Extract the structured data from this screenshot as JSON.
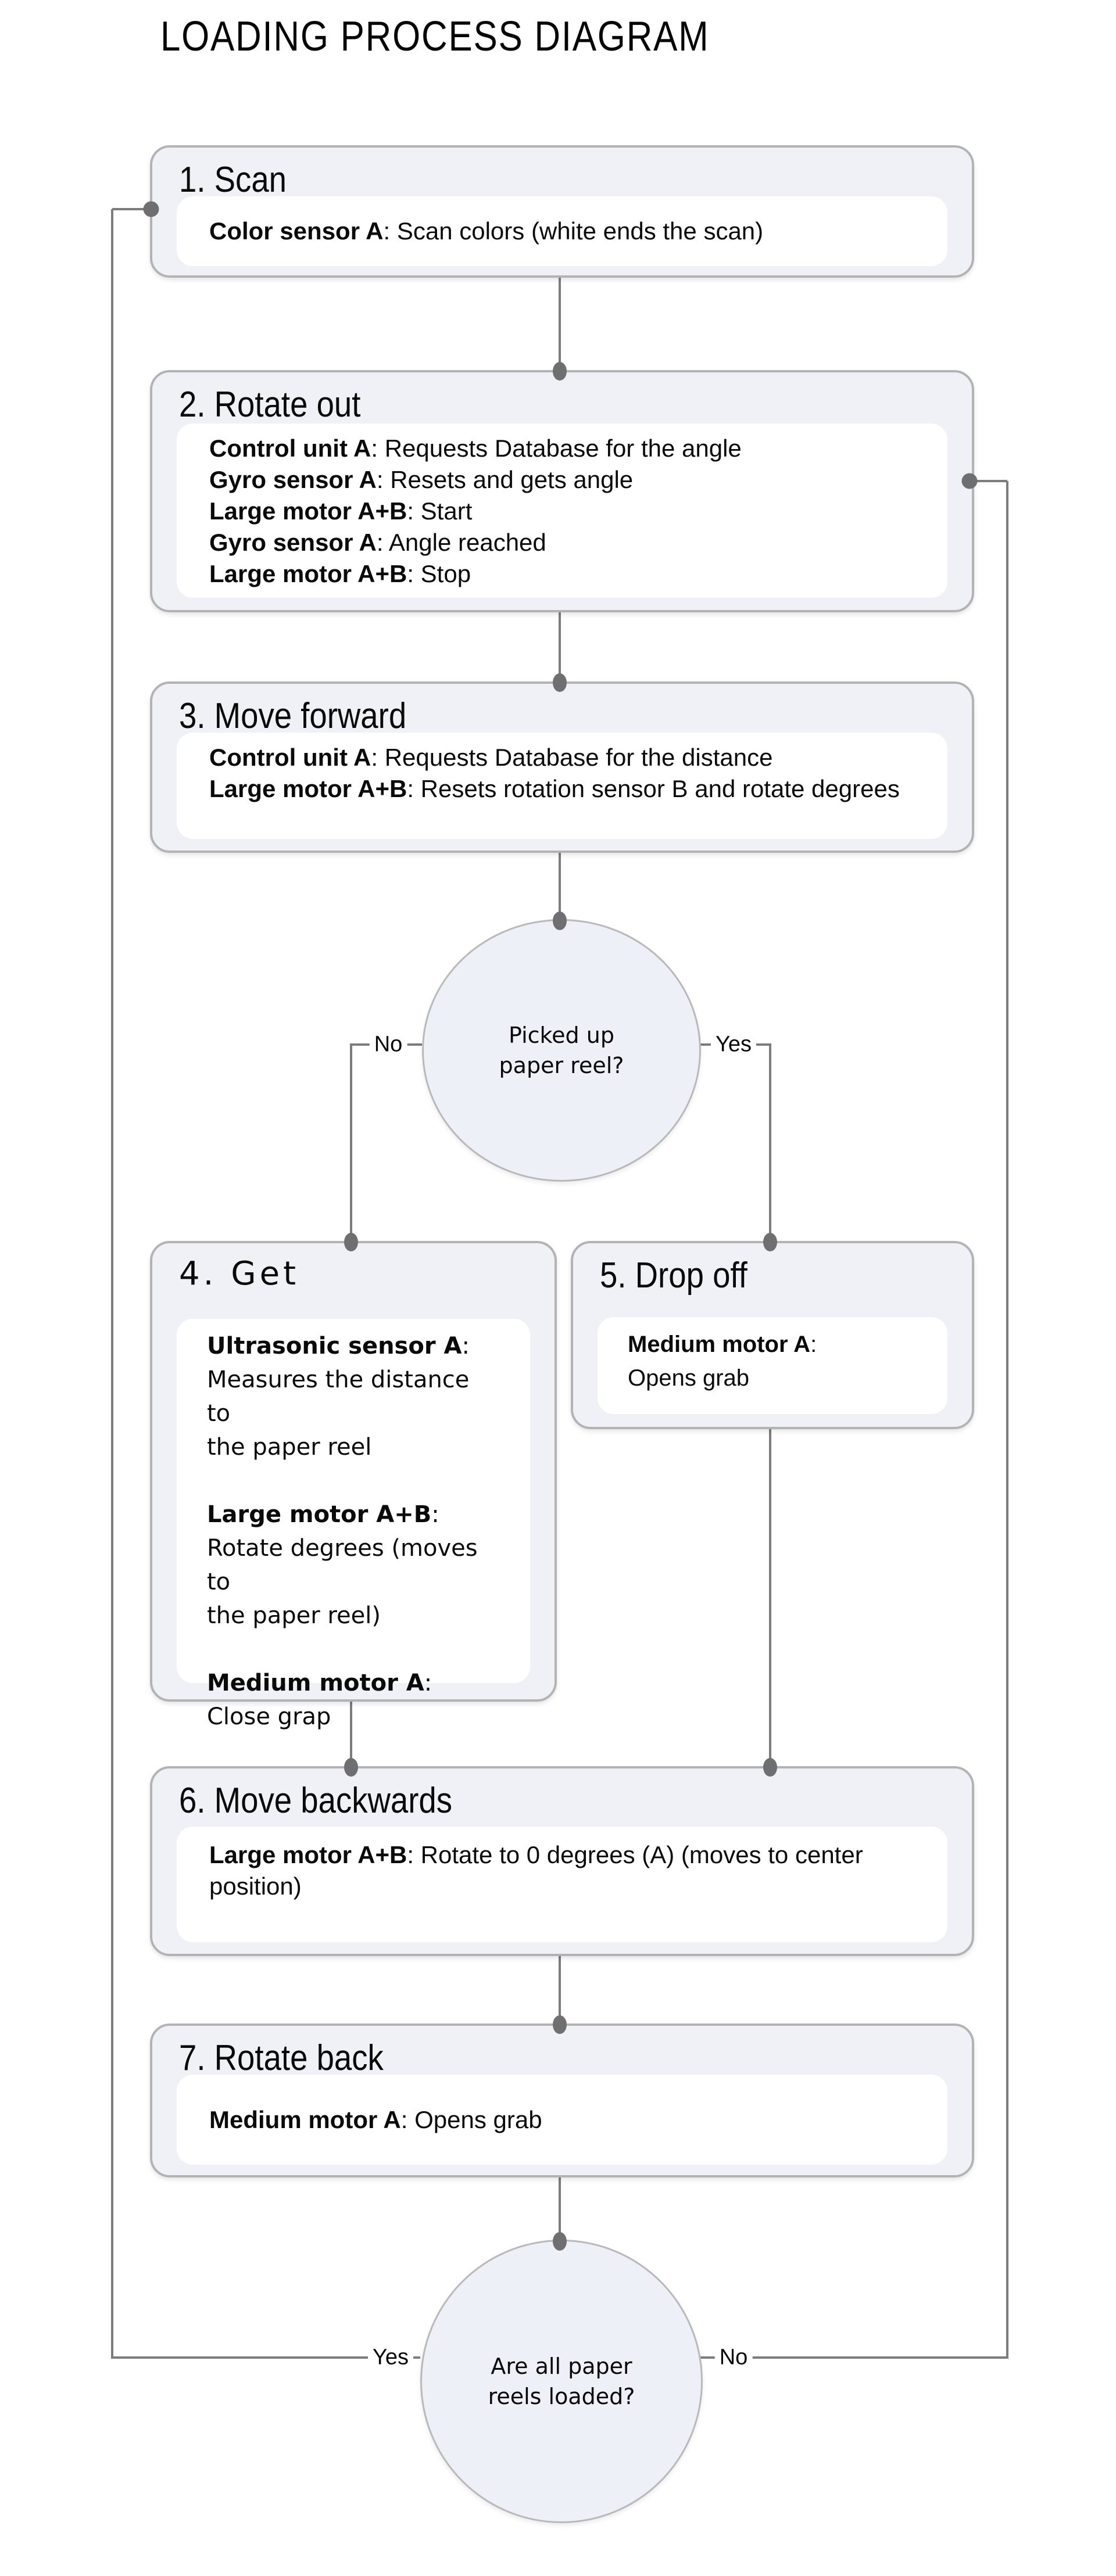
{
  "title": "LOADING PROCESS DIAGRAM",
  "colors": {
    "box_fill": "#f0f1f7",
    "box_border": "#b3b3b6",
    "inner_fill": "#ffffff",
    "ellipse_fill": "#eef0f7",
    "ellipse_border": "#b9b9bc",
    "line": "#7c7c7e",
    "dot": "#6f6f72",
    "text": "#0a0a0a"
  },
  "boxes": {
    "scan": {
      "header": "1. Scan",
      "lines": [
        {
          "label": "Color sensor A",
          "text": ": Scan colors (white ends the scan)"
        }
      ]
    },
    "rotate_out": {
      "header": "2. Rotate out",
      "lines": [
        {
          "label": "Control unit A",
          "text": ": Requests Database for the angle"
        },
        {
          "label": "Gyro sensor A",
          "text": ": Resets and gets angle"
        },
        {
          "label": "Large motor A+B",
          "text": ": Start"
        },
        {
          "label": "Gyro sensor A",
          "text": ": Angle reached"
        },
        {
          "label": "Large motor A+B",
          "text": ": Stop"
        }
      ]
    },
    "move_forward": {
      "header": "3. Move forward",
      "lines": [
        {
          "label": "Control unit A",
          "text": ": Requests Database for the distance"
        },
        {
          "label": "Large motor A+B",
          "text": ": Resets rotation sensor B and rotate degrees"
        }
      ]
    },
    "get": {
      "header": "4. Get",
      "paras": [
        {
          "label": "Ultrasonic sensor A",
          "colon": ":",
          "body": "Measures the distance to\nthe paper reel"
        },
        {
          "label": "Large motor A+B",
          "colon": ":",
          "body": "Rotate degrees (moves to\nthe paper reel)"
        },
        {
          "label": "Medium motor A",
          "colon": ":",
          "body": "Close grap"
        }
      ]
    },
    "drop_off": {
      "header": "5. Drop off",
      "paras": [
        {
          "label": "Medium motor A",
          "colon": ":",
          "body": "Opens grab"
        }
      ]
    },
    "move_backwards": {
      "header": "6. Move backwards",
      "lines": [
        {
          "label": "Large motor A+B",
          "text": ": Rotate to 0 degrees (A) (moves to center\nposition)"
        }
      ]
    },
    "rotate_back": {
      "header": "7. Rotate back",
      "lines": [
        {
          "label": "Medium motor A",
          "text": ": Opens grab"
        }
      ]
    }
  },
  "decisions": {
    "picked_up": {
      "question": "Picked up\npaper reel?",
      "no_label": "No",
      "yes_label": "Yes"
    },
    "all_loaded": {
      "question": "Are all paper\nreels loaded?",
      "yes_label": "Yes",
      "no_label": "No"
    }
  }
}
